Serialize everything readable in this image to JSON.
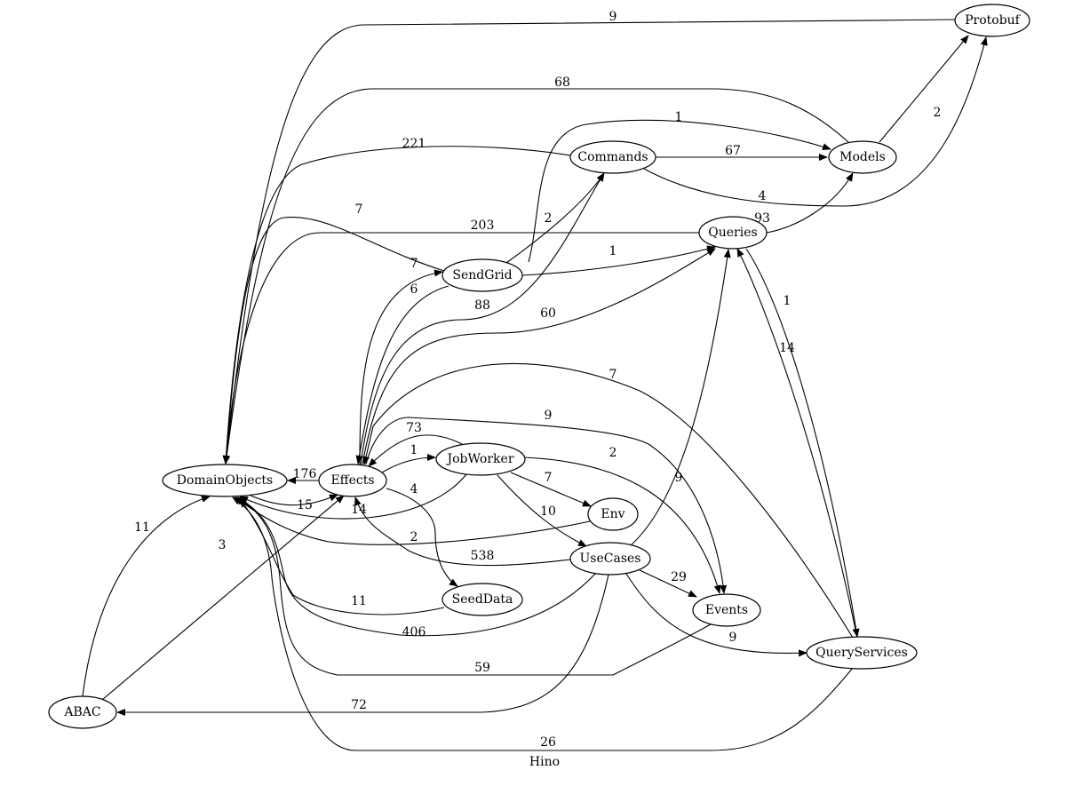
{
  "graph_label": "Hino",
  "nodes": {
    "protobuf": "Protobuf",
    "models": "Models",
    "commands": "Commands",
    "queries": "Queries",
    "sendgrid": "SendGrid",
    "domainobjects": "DomainObjects",
    "effects": "Effects",
    "jobworker": "JobWorker",
    "env": "Env",
    "usecases": "UseCases",
    "seeddata": "SeedData",
    "events": "Events",
    "queryservices": "QueryServices",
    "abac": "ABAC"
  },
  "edges": {
    "protobuf_domainobjects": "9",
    "models_domainobjects": "68",
    "commands_models": "67",
    "models_protobuf": "2",
    "commands_protobuf": "4",
    "sendgrid_models": "1",
    "commands_domainobjects": "221",
    "sendgrid_domainobjects": "7",
    "queries_domainobjects": "203",
    "sendgrid_commands": "2",
    "sendgrid_queries": "1",
    "queries_models": "93",
    "effects_sendgrid": "7",
    "sendgrid_effects": "6",
    "effects_commands": "88",
    "effects_queries": "60",
    "queries_queryservices": "1",
    "queryservices_queries": "14",
    "queryservices_effects": "7",
    "effects_events": "9",
    "jobworker_effects": "73",
    "effects_jobworker": "1",
    "jobworker_events": "2",
    "jobworker_env": "7",
    "jobworker_usecases": "10",
    "effects_domainobjects": "176",
    "domainobjects_effects": "15",
    "jobworker_domainobjects": "14",
    "effects_seeddata": "4",
    "usecases_queries": "9",
    "env_domainobjects": "2",
    "usecases_effects": "538",
    "usecases_events": "29",
    "seeddata_domainobjects": "11",
    "usecases_domainobjects": "406",
    "usecases_queryservices": "9",
    "events_domainobjects": "59",
    "usecases_abac": "72",
    "abac_domainobjects": "11",
    "abac_effects": "3",
    "queryservices_domainobjects": "26"
  }
}
